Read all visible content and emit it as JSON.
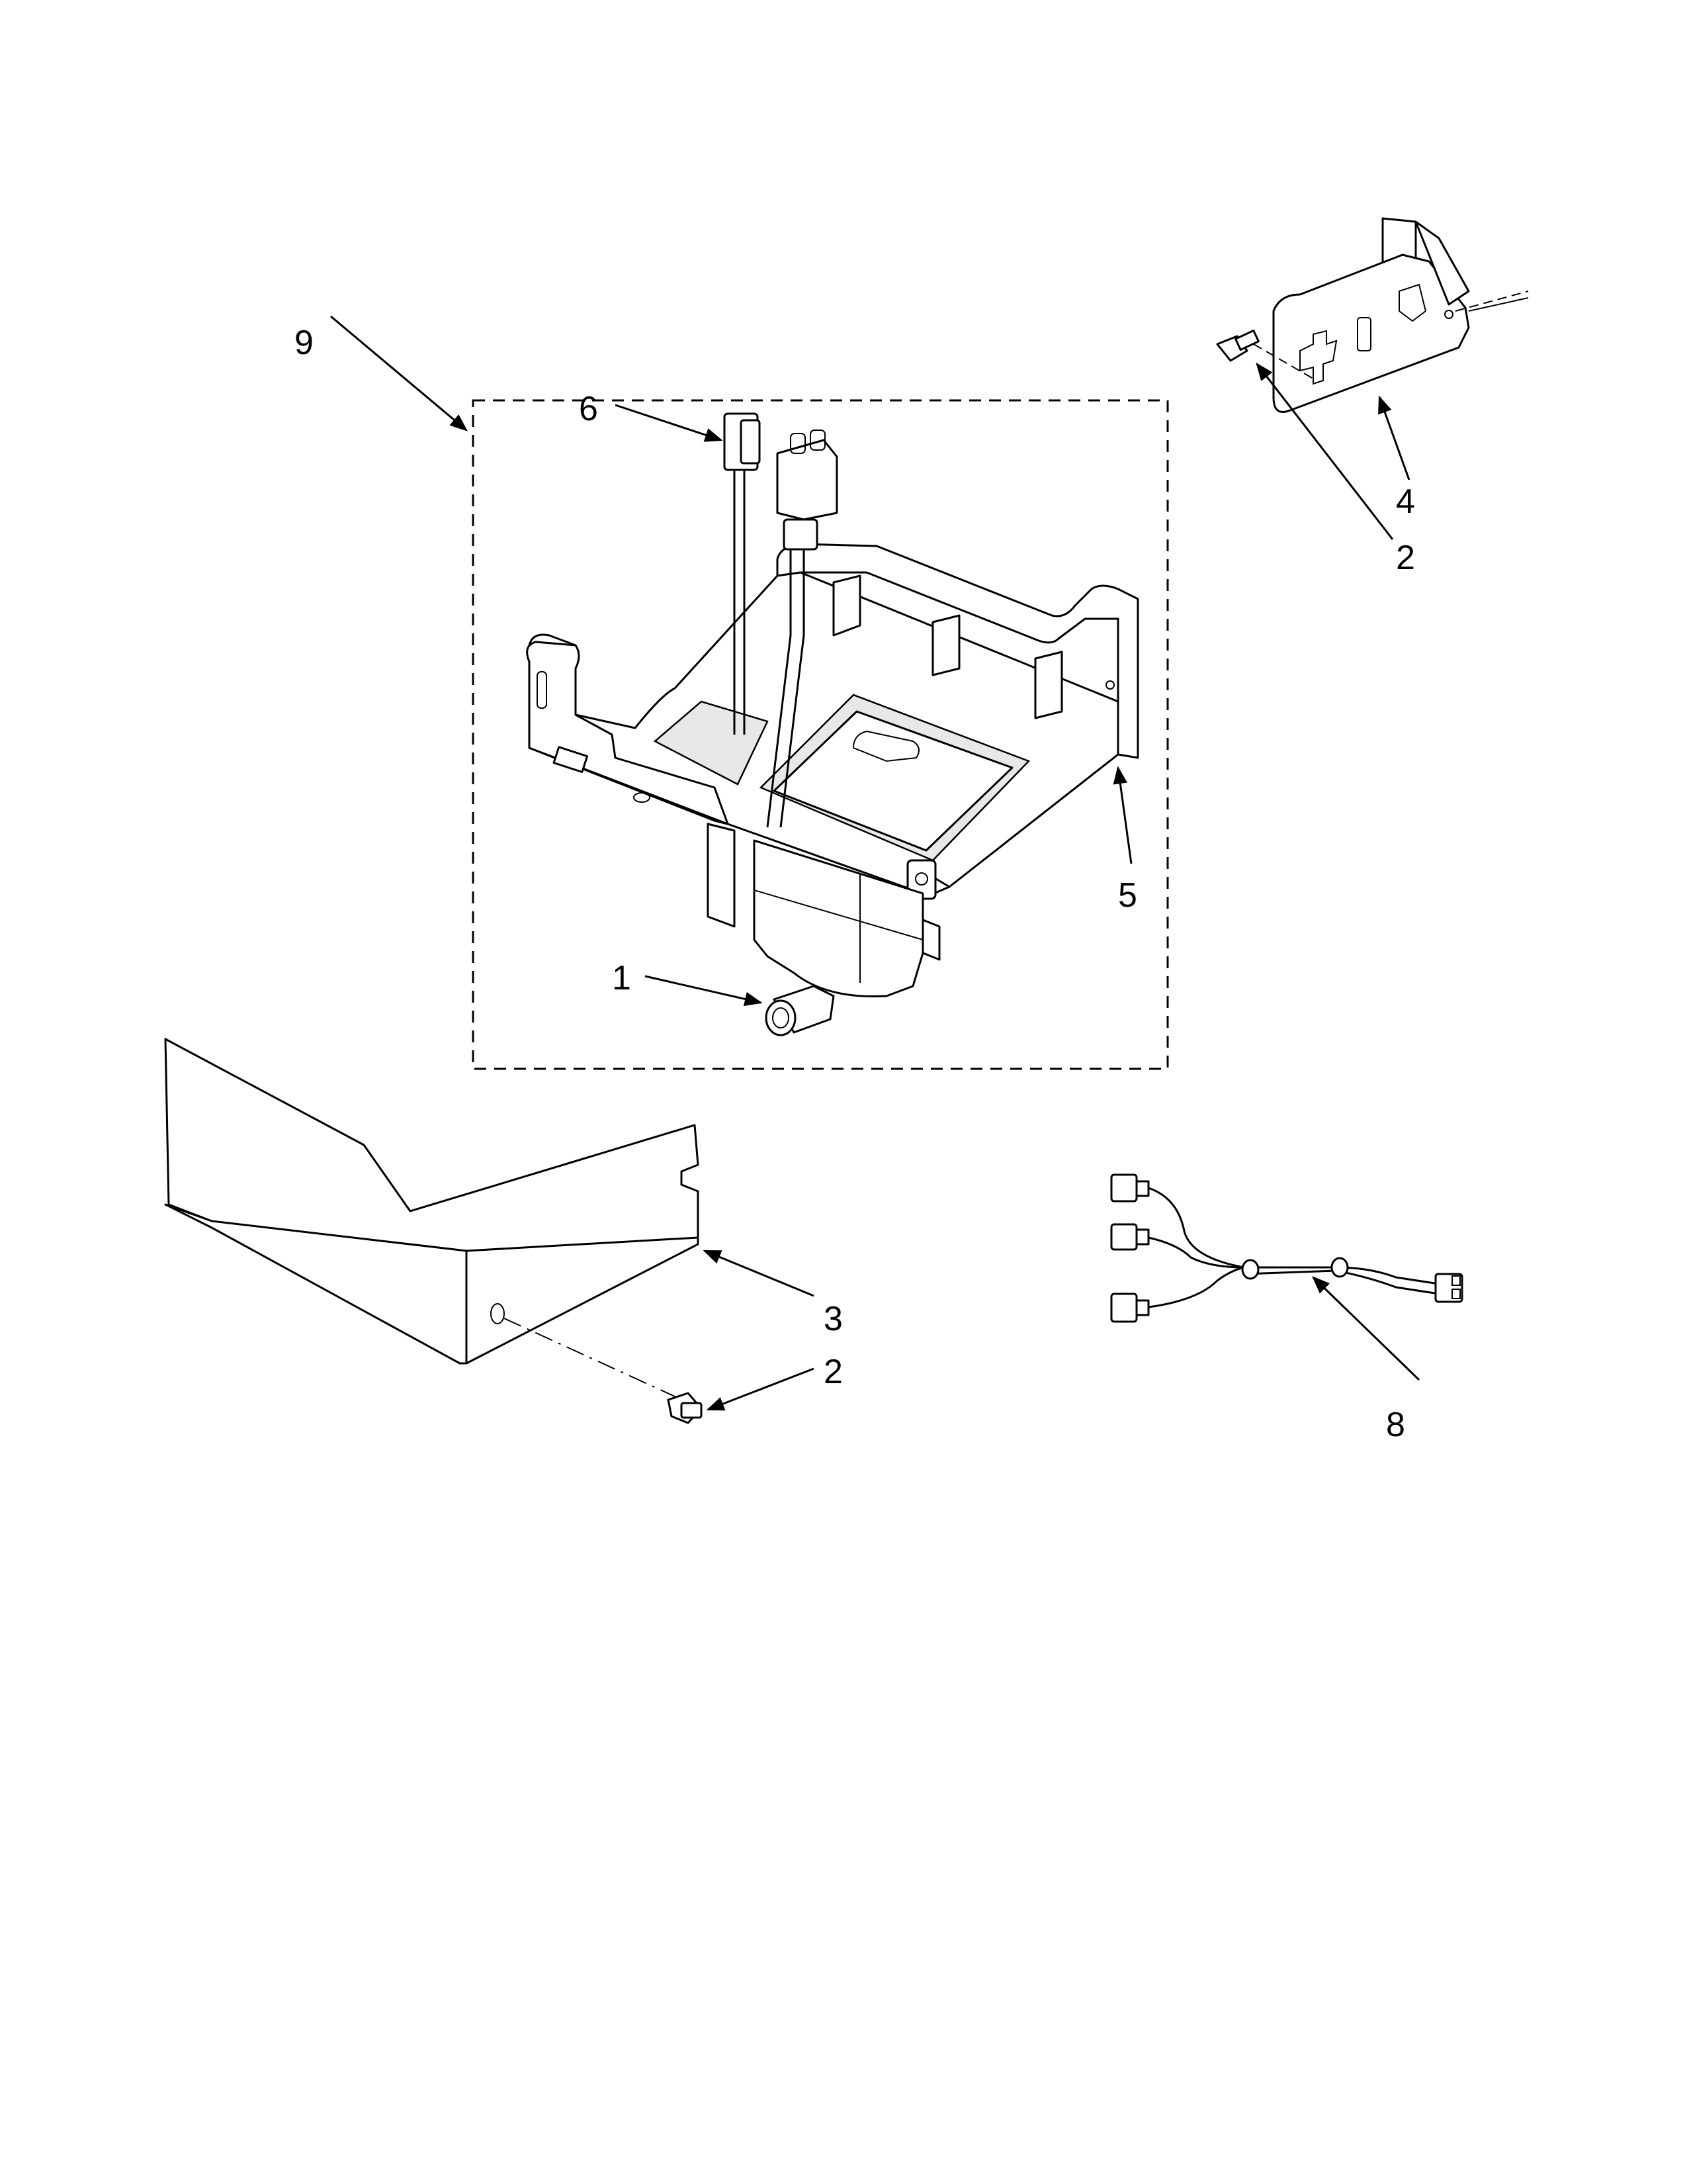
{
  "diagram": {
    "callouts": [
      {
        "id": "c9",
        "label": "9"
      },
      {
        "id": "c6",
        "label": "6"
      },
      {
        "id": "c1",
        "label": "1"
      },
      {
        "id": "c5",
        "label": "5"
      },
      {
        "id": "c4",
        "label": "4"
      },
      {
        "id": "c2a",
        "label": "2"
      },
      {
        "id": "c3",
        "label": "3"
      },
      {
        "id": "c2b",
        "label": "2"
      },
      {
        "id": "c8",
        "label": "8"
      }
    ]
  }
}
